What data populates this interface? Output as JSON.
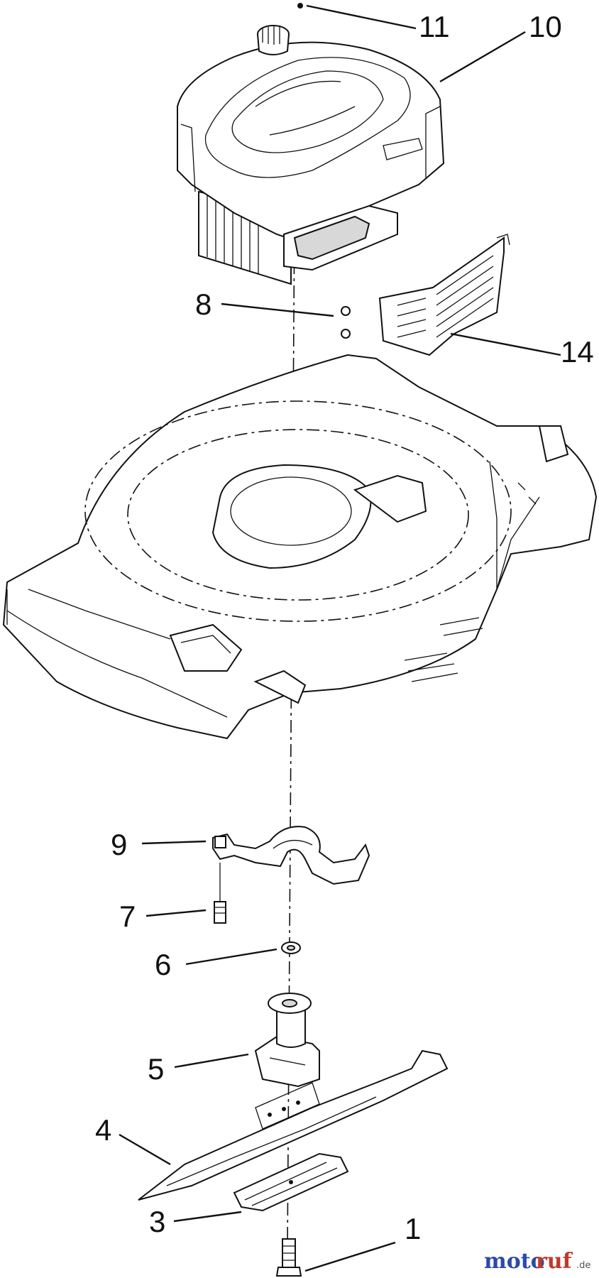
{
  "diagram": {
    "callouts": [
      {
        "id": "c1",
        "label": "1"
      },
      {
        "id": "c3",
        "label": "3"
      },
      {
        "id": "c4",
        "label": "4"
      },
      {
        "id": "c5",
        "label": "5"
      },
      {
        "id": "c6",
        "label": "6"
      },
      {
        "id": "c7",
        "label": "7"
      },
      {
        "id": "c8",
        "label": "8"
      },
      {
        "id": "c9",
        "label": "9"
      },
      {
        "id": "c10",
        "label": "10"
      },
      {
        "id": "c11",
        "label": "11"
      },
      {
        "id": "c14",
        "label": "14"
      }
    ],
    "parts": [
      "engine",
      "deck",
      "baffle",
      "blade",
      "blade-adapter",
      "blade-stiffener",
      "washer",
      "blade-bolt",
      "screw",
      "shroud-guard",
      "dipstick-cap"
    ]
  },
  "watermark": {
    "part1": "moto",
    "part2": "ruf",
    "suffix": ".de"
  }
}
